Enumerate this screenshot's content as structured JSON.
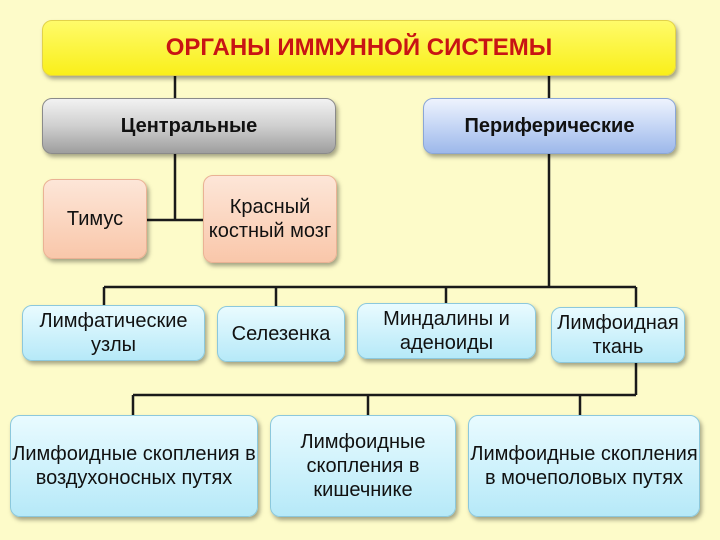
{
  "title": "ОРГАНЫ ИММУННОЙ СИСТЕМЫ",
  "central": {
    "label": "Центральные",
    "organs": [
      "Тимус",
      "Красный костный мозг"
    ]
  },
  "peripheral": {
    "label": "Периферические",
    "organs": [
      "Лимфатические узлы",
      "Селезенка",
      "Миндалины и аденоиды",
      "Лимфоидная ткань"
    ]
  },
  "lymphoid_tissue": [
    "Лимфоидные скопления в воздухоносных путях",
    "Лимфоидные скопления в кишечнике",
    "Лимфоидные скопления в мочеполовых путях"
  ],
  "colors": {
    "background": "#fdfbc9",
    "title_text": "#c81414",
    "title_box": "#fbf43a",
    "central_box": "#c8c8c8",
    "peripheral_box": "#c5d6f5",
    "central_organs": "#f9c7aa",
    "peripheral_nodes": "#b6e9f8"
  }
}
